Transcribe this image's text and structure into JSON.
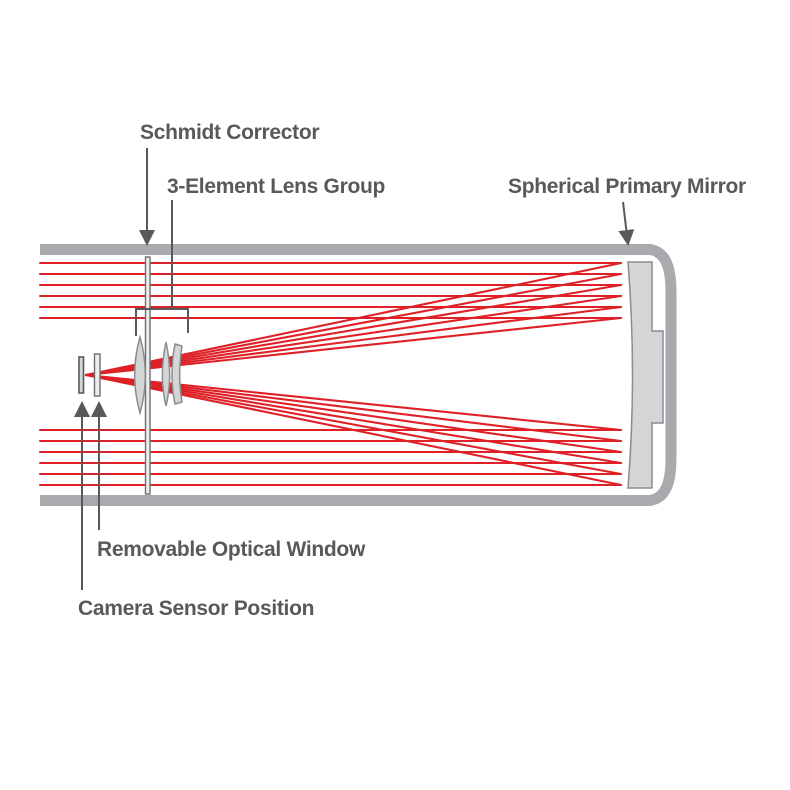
{
  "diagram": {
    "type": "telescope-optical-schematic",
    "labels": {
      "schmidt_corrector": "Schmidt Corrector",
      "lens_group": "3-Element Lens Group",
      "primary_mirror": "Spherical Primary Mirror",
      "optical_window": "Removable Optical Window",
      "camera_sensor": "Camera Sensor Position"
    },
    "colors": {
      "ray_red": "#df2127",
      "tube_gray": "#a8aaad",
      "element_fill": "#d4d5d7",
      "element_stroke": "#8a8c8f",
      "text_gray": "#58595b"
    }
  }
}
